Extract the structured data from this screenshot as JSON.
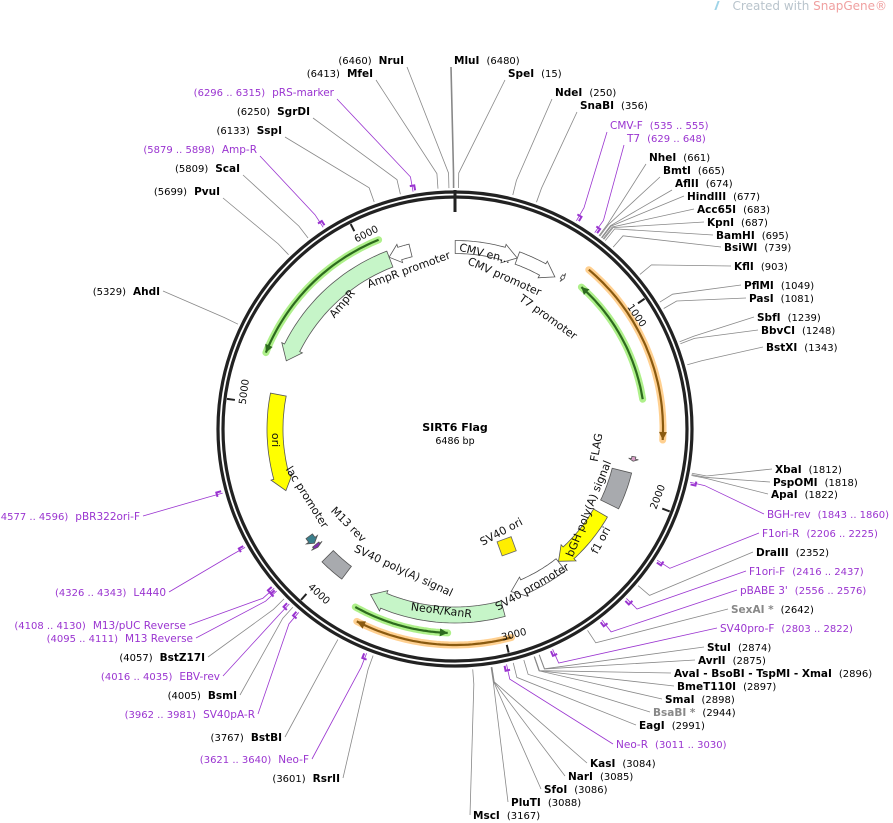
{
  "watermark": {
    "prefix": "Created with ",
    "brand": "SnapGene®"
  },
  "plasmid": {
    "name": "SIRT6 Flag",
    "length_label": "6486 bp",
    "length_bp": 6486
  },
  "ticks": [
    "1000",
    "2000",
    "3000",
    "4000",
    "5000",
    "6000"
  ],
  "sites": [
    {
      "name": "NruI",
      "loc": "6460",
      "kind": "enzyme"
    },
    {
      "name": "MfeI",
      "loc": "6413",
      "kind": "enzyme"
    },
    {
      "name": "pRS-marker",
      "loc": "6296 .. 6315",
      "kind": "primer"
    },
    {
      "name": "SgrDI",
      "loc": "6250",
      "kind": "enzyme"
    },
    {
      "name": "SspI",
      "loc": "6133",
      "kind": "enzyme"
    },
    {
      "name": "Amp-R",
      "loc": "5879 .. 5898",
      "kind": "primer"
    },
    {
      "name": "ScaI",
      "loc": "5809",
      "kind": "enzyme"
    },
    {
      "name": "PvuI",
      "loc": "5699",
      "kind": "enzyme"
    },
    {
      "name": "AhdI",
      "loc": "5329",
      "kind": "enzyme"
    },
    {
      "name": "pBR322ori-F",
      "loc": "4577 .. 4596",
      "kind": "primer"
    },
    {
      "name": "L4440",
      "loc": "4326 .. 4343",
      "kind": "primer"
    },
    {
      "name": "M13/pUC Reverse",
      "loc": "4108 .. 4130",
      "kind": "primer"
    },
    {
      "name": "M13 Reverse",
      "loc": "4095 .. 4111",
      "kind": "primer"
    },
    {
      "name": "BstZ17I",
      "loc": "4057",
      "kind": "enzyme"
    },
    {
      "name": "EBV-rev",
      "loc": "4016 .. 4035",
      "kind": "primer"
    },
    {
      "name": "BsmI",
      "loc": "4005",
      "kind": "enzyme"
    },
    {
      "name": "SV40pA-R",
      "loc": "3962 .. 3981",
      "kind": "primer"
    },
    {
      "name": "BstBI",
      "loc": "3767",
      "kind": "enzyme"
    },
    {
      "name": "Neo-F",
      "loc": "3621 .. 3640",
      "kind": "primer"
    },
    {
      "name": "RsrII",
      "loc": "3601",
      "kind": "enzyme"
    },
    {
      "name": "MluI",
      "loc": "6480",
      "kind": "enzyme"
    },
    {
      "name": "SpeI",
      "loc": "15",
      "kind": "enzyme"
    },
    {
      "name": "NdeI",
      "loc": "250",
      "kind": "enzyme"
    },
    {
      "name": "SnaBI",
      "loc": "356",
      "kind": "enzyme"
    },
    {
      "name": "CMV-F",
      "loc": "535 .. 555",
      "kind": "primer"
    },
    {
      "name": "T7",
      "loc": "629 .. 648",
      "kind": "primer"
    },
    {
      "name": "NheI",
      "loc": "661",
      "kind": "enzyme"
    },
    {
      "name": "BmtI",
      "loc": "665",
      "kind": "enzyme"
    },
    {
      "name": "AflII",
      "loc": "674",
      "kind": "enzyme"
    },
    {
      "name": "HindIII",
      "loc": "677",
      "kind": "enzyme"
    },
    {
      "name": "Acc65I",
      "loc": "683",
      "kind": "enzyme"
    },
    {
      "name": "KpnI",
      "loc": "687",
      "kind": "enzyme"
    },
    {
      "name": "BamHI",
      "loc": "695",
      "kind": "enzyme"
    },
    {
      "name": "BsiWI",
      "loc": "739",
      "kind": "enzyme"
    },
    {
      "name": "KflI",
      "loc": "903",
      "kind": "enzyme"
    },
    {
      "name": "PflMI",
      "loc": "1049",
      "kind": "enzyme"
    },
    {
      "name": "PasI",
      "loc": "1081",
      "kind": "enzyme"
    },
    {
      "name": "SbfI",
      "loc": "1239",
      "kind": "enzyme"
    },
    {
      "name": "BbvCI",
      "loc": "1248",
      "kind": "enzyme"
    },
    {
      "name": "BstXI",
      "loc": "1343",
      "kind": "enzyme"
    },
    {
      "name": "XbaI",
      "loc": "1812",
      "kind": "enzyme"
    },
    {
      "name": "PspOMI",
      "loc": "1818",
      "kind": "enzyme"
    },
    {
      "name": "ApaI",
      "loc": "1822",
      "kind": "enzyme"
    },
    {
      "name": "BGH-rev",
      "loc": "1843 .. 1860",
      "kind": "primer"
    },
    {
      "name": "F1ori-R",
      "loc": "2206 .. 2225",
      "kind": "primer"
    },
    {
      "name": "DraIII",
      "loc": "2352",
      "kind": "enzyme"
    },
    {
      "name": "F1ori-F",
      "loc": "2416 .. 2437",
      "kind": "primer"
    },
    {
      "name": "pBABE 3'",
      "loc": "2556 .. 2576",
      "kind": "primer"
    },
    {
      "name": "SexAI *",
      "loc": "2642",
      "kind": "enzyme-gray"
    },
    {
      "name": "SV40pro-F",
      "loc": "2803 .. 2822",
      "kind": "primer"
    },
    {
      "name": "StuI",
      "loc": "2874",
      "kind": "enzyme"
    },
    {
      "name": "AvrII",
      "loc": "2875",
      "kind": "enzyme"
    },
    {
      "name": "AvaI  - BsoBI  - TspMI  - XmaI",
      "loc": "2896",
      "kind": "enzyme"
    },
    {
      "name": "BmeT110I",
      "loc": "2897",
      "kind": "enzyme"
    },
    {
      "name": "SmaI",
      "loc": "2898",
      "kind": "enzyme"
    },
    {
      "name": "BsaBI *",
      "loc": "2944",
      "kind": "enzyme-gray"
    },
    {
      "name": "EagI",
      "loc": "2991",
      "kind": "enzyme"
    },
    {
      "name": "Neo-R",
      "loc": "3011 .. 3030",
      "kind": "primer"
    },
    {
      "name": "KasI",
      "loc": "3084",
      "kind": "enzyme"
    },
    {
      "name": "NarI",
      "loc": "3085",
      "kind": "enzyme"
    },
    {
      "name": "SfoI",
      "loc": "3086",
      "kind": "enzyme"
    },
    {
      "name": "PluTI",
      "loc": "3088",
      "kind": "enzyme"
    },
    {
      "name": "MscI",
      "loc": "3167",
      "kind": "enzyme"
    }
  ],
  "features": [
    {
      "label": "CMV en...",
      "start": 1,
      "end": 360,
      "dir": 1,
      "color": "#ffffff"
    },
    {
      "label": "CMV promoter",
      "start": 361,
      "end": 600,
      "dir": 1,
      "color": "#ffffff"
    },
    {
      "label": "T7 promoter",
      "start": 629,
      "end": 648,
      "dir": 1,
      "color": "#ffffff"
    },
    {
      "label": "FLAG",
      "start": 1780,
      "end": 1806,
      "dir": 1,
      "color": "#d9a0c8"
    },
    {
      "label": "bGH poly(A) signal",
      "start": 1874,
      "end": 2090,
      "dir": 0,
      "color": "#a8aaae"
    },
    {
      "label": "f1 ori",
      "start": 2162,
      "end": 2558,
      "dir": 1,
      "color": "#ffff00"
    },
    {
      "label": "SV40 promoter",
      "start": 2560,
      "end": 2900,
      "dir": 1,
      "color": "#ffffff"
    },
    {
      "label": "SV40 ori",
      "start": 0,
      "end": 0,
      "dir": 0,
      "color": "#ffee00"
    },
    {
      "label": "NeoR/KanR",
      "start": 2973,
      "end": 3730,
      "dir": 1,
      "color": "#c6f5c8"
    },
    {
      "label": "SV40 poly(A) signal",
      "start": 3910,
      "end": 4054,
      "dir": 0,
      "color": "#a8aaae"
    },
    {
      "label": "M13 rev",
      "start": 4130,
      "end": 4150,
      "dir": -1,
      "color": "#8030b0"
    },
    {
      "label": "lac promoter",
      "start": 4160,
      "end": 4210,
      "dir": -1,
      "color": "#3a7f8c"
    },
    {
      "label": "ori",
      "start": 4504,
      "end": 5063,
      "dir": -1,
      "color": "#ffff00"
    },
    {
      "label": "AmpR",
      "start": 5261,
      "end": 6108,
      "dir": -1,
      "color": "#c6f5c8"
    },
    {
      "label": "AmpR promoter",
      "start": 6108,
      "end": 6234,
      "dir": -1,
      "color": "#ffffff"
    }
  ],
  "orfs": [
    {
      "start": 721,
      "end": 1676,
      "dir": 1,
      "color": "#8a5a10",
      "glow": "#ffd090"
    },
    {
      "start": 751,
      "end": 1459,
      "dir": -1,
      "color": "#2d6a1e",
      "glow": "#aef08a"
    },
    {
      "start": 2970,
      "end": 3730,
      "dir": 1,
      "color": "#8a5a10",
      "glow": "#ffd090"
    },
    {
      "start": 3280,
      "end": 3770,
      "dir": -1,
      "color": "#2d6a1e",
      "glow": "#aef08a"
    },
    {
      "start": 5261,
      "end": 6090,
      "dir": -1,
      "color": "#2d6a1e",
      "glow": "#aef08a"
    }
  ]
}
